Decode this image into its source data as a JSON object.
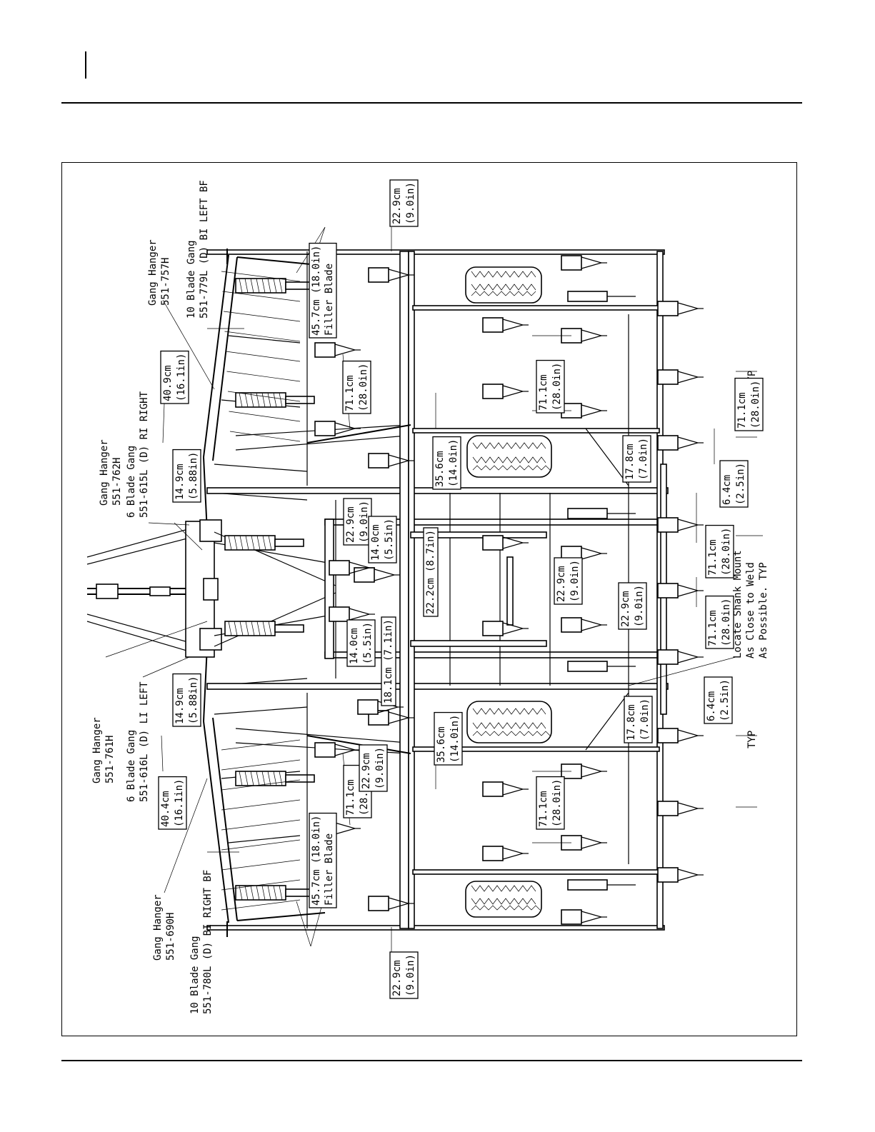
{
  "figure": {
    "labels": {
      "gang_hanger_757": [
        "Gang Hanger",
        "551-757H"
      ],
      "gang_10_left": [
        "10 Blade Gang",
        "551-779L (D) BI LEFT BF"
      ],
      "gang_hanger_762": [
        "Gang Hanger",
        "551-762H"
      ],
      "gang_6_right": [
        "6 Blade Gang",
        "551-615L (D)  RI RIGHT"
      ],
      "gang_hanger_761": [
        "Gang Hanger",
        "551-761H"
      ],
      "gang_6_left": [
        "6 Blade Gang",
        "551-616L (D) LI LEFT"
      ],
      "gang_hanger_690": [
        "Gang Hanger",
        "551-690H"
      ],
      "gang_10_right": [
        "10 Blade Gang",
        "551-780L (D) BI RIGHT BF"
      ],
      "filler_blade_top": [
        "45.7cm (18.0in)",
        "Filler Blade"
      ],
      "filler_blade_bottom": [
        "45.7cm (18.0in)",
        "Filler Blade"
      ],
      "locate_shank": [
        "Locate Shank Mount",
        "As Close to Weld",
        "As Possible. TYP"
      ],
      "typ": "TYP"
    },
    "dimensions": {
      "d_top_229": [
        "22.9cm",
        "(9.0in)"
      ],
      "d_bot_229": [
        "22.9cm",
        "(9.0in)"
      ],
      "d_409": [
        "40.9cm",
        "(16.1in)"
      ],
      "d_404": [
        "40.4cm",
        "(16.1in)"
      ],
      "d_149_r": [
        "14.9cm",
        "(5.88in)"
      ],
      "d_149_l": [
        "14.9cm",
        "(5.88in)"
      ],
      "d_711_a": [
        "71.1cm",
        "(28.0in)"
      ],
      "d_711_b": [
        "71.1cm",
        "(28.0in)"
      ],
      "d_711_c": [
        "71.1cm",
        "(28.0in)"
      ],
      "d_711_d": [
        "71.1cm",
        "(28.0in)"
      ],
      "d_711_e": [
        "71.1cm",
        "(28.0in)"
      ],
      "d_711_f": [
        "71.1cm",
        "(28.0in)"
      ],
      "d_711_g": [
        "71.1cm",
        "(28.0in)"
      ],
      "d_229_r": [
        "22.9cm",
        "(9.0in)"
      ],
      "d_229_l": [
        "22.9cm",
        "(9.0in)"
      ],
      "d_140_r": [
        "14.0cm",
        "(5.5in)"
      ],
      "d_140_l": [
        "14.0cm",
        "(5.5in)"
      ],
      "d_181": [
        "18.1cm (7.1in)"
      ],
      "d_222": [
        "22.2cm (8.7in)"
      ],
      "d_356_r": [
        "35.6cm",
        "(14.0in)"
      ],
      "d_356_l": [
        "35.6cm",
        "(14.0in)"
      ],
      "d_229_c1": [
        "22.9cm",
        "(9.0in)"
      ],
      "d_229_c2": [
        "22.9cm",
        "(9.0in)"
      ],
      "d_178_r": [
        "17.8cm",
        "(7.0in)"
      ],
      "d_178_l": [
        "17.8cm",
        "(7.0in)"
      ],
      "d_64_r": [
        "6.4cm",
        "(2.5in)"
      ],
      "d_64_l": [
        "6.4cm",
        "(2.5in)"
      ]
    }
  }
}
